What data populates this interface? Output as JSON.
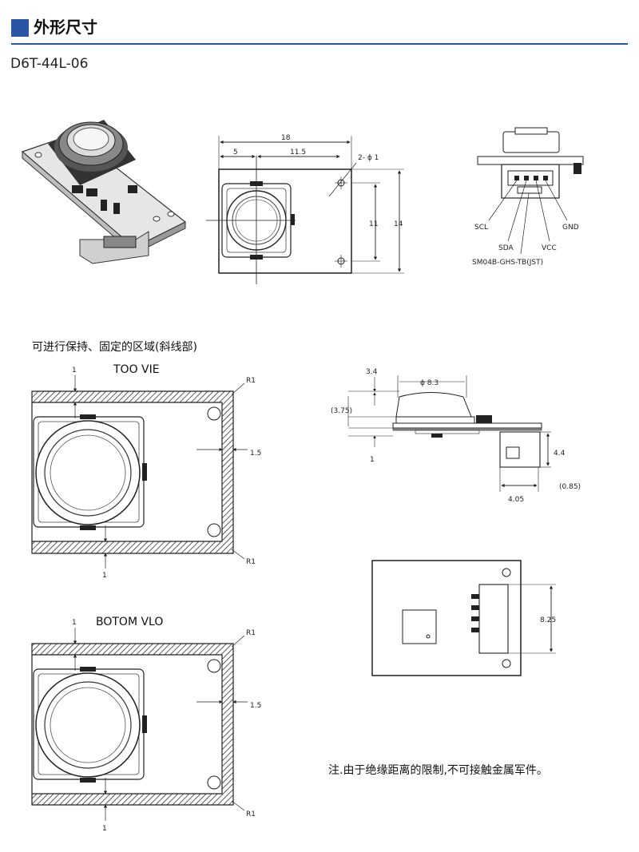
{
  "header": {
    "title": "外形尺寸",
    "accent_color": "#2a54a4"
  },
  "model": "D6T-44L-06",
  "front_view": {
    "dim_width": "18",
    "dim_left": "5",
    "dim_right": "11.5",
    "dim_holes": "2- ϕ 1",
    "dim_height_inner": "11",
    "dim_height": "14"
  },
  "connector_view": {
    "pins": [
      "SCL",
      "SDA",
      "VCC",
      "GND"
    ],
    "part": "SM04B-GHS-TB(JST)"
  },
  "region_title": "可进行保持、固定的区域(斜线部)",
  "top_view": {
    "label": "TOO VIE",
    "dim_top": "1",
    "dim_bottom": "1",
    "dim_side": "1.5",
    "r_top": "R1",
    "r_bottom": "R1"
  },
  "bottom_view": {
    "label": "BOTOM VLO",
    "dim_top": "1",
    "dim_bottom": "1",
    "dim_side": "1.5",
    "r_top": "R1",
    "r_bottom": "R1"
  },
  "side_view": {
    "dim_3_4": "3.4",
    "dim_phi": "ϕ 8.3",
    "dim_3_75": "(3.75)",
    "dim_1": "1",
    "dim_4_4": "4.4",
    "dim_4_05": "4.05",
    "dim_0_85": "(0.85)"
  },
  "back_view": {
    "dim": "8.25"
  },
  "note": "注.由于绝缘距离的限制,不可接触金属军件。"
}
